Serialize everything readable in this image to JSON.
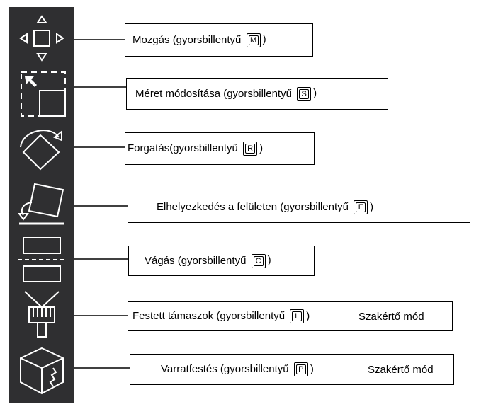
{
  "tools": [
    {
      "name": "Mozgás (gyorsbillentyű ",
      "key": "M",
      "close": ")",
      "icon": "move-icon"
    },
    {
      "name": "Méret módosítása (gyorsbillentyű ",
      "key": "S",
      "close": ")",
      "icon": "scale-icon"
    },
    {
      "name": "Forgatás(gyorsbillentyű ",
      "key": "R",
      "close": ")",
      "icon": "rotate-icon"
    },
    {
      "name": "Elhelyezkedés a felületen (gyorsbillentyű ",
      "key": "F",
      "close": ")",
      "icon": "place-on-face-icon"
    },
    {
      "name": "Vágás (gyorsbillentyű ",
      "key": "C",
      "close": ")",
      "icon": "cut-icon"
    },
    {
      "name": "Festett támaszok (gyorsbillentyű ",
      "key": "L",
      "close": ")",
      "extra": "Szakértő mód",
      "icon": "support-paint-icon"
    },
    {
      "name": "Varratfestés (gyorsbillentyű ",
      "key": "P",
      "close": ")",
      "extra": "Szakértő mód",
      "icon": "seam-paint-icon"
    }
  ],
  "colors": {
    "toolbar_bg": "#2f2f31",
    "icon_stroke": "#ffffff"
  }
}
